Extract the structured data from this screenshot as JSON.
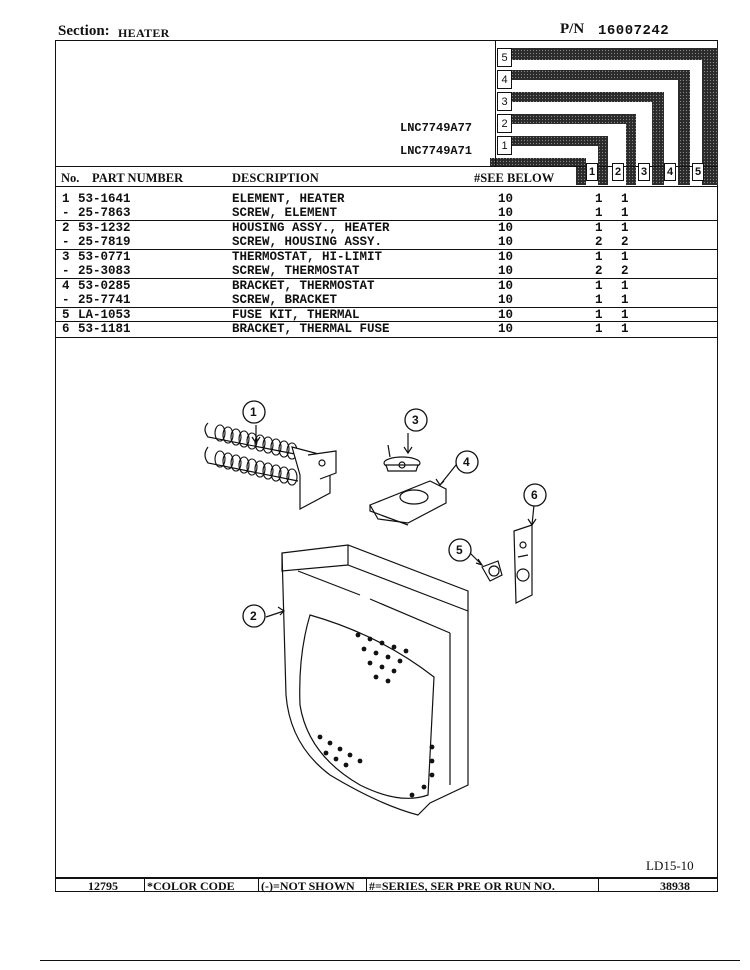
{
  "header": {
    "section_label": "Section:",
    "section_value": "HEATER",
    "pn_label": "P/N",
    "pn_value": "16007242"
  },
  "models": [
    "LNC7749A77",
    "LNC7749A71"
  ],
  "series_labels": [
    "5",
    "4",
    "3",
    "2",
    "1"
  ],
  "columns": {
    "no": "No.",
    "part_number": "PART NUMBER",
    "description": "DESCRIPTION",
    "see_below": "#SEE BELOW",
    "series": [
      "1",
      "2",
      "3",
      "4",
      "5"
    ]
  },
  "parts": [
    {
      "no": "1",
      "part": "53-1641",
      "desc": "ELEMENT, HEATER",
      "see": "10",
      "s1": "1",
      "s2": "1"
    },
    {
      "no": "-",
      "part": "25-7863",
      "desc": "SCREW, ELEMENT",
      "see": "10",
      "s1": "1",
      "s2": "1"
    },
    {
      "no": "2",
      "part": "53-1232",
      "desc": "HOUSING ASSY., HEATER",
      "see": "10",
      "s1": "1",
      "s2": "1"
    },
    {
      "no": "-",
      "part": "25-7819",
      "desc": "SCREW, HOUSING ASSY.",
      "see": "10",
      "s1": "2",
      "s2": "2"
    },
    {
      "no": "3",
      "part": "53-0771",
      "desc": "THERMOSTAT, HI-LIMIT",
      "see": "10",
      "s1": "1",
      "s2": "1"
    },
    {
      "no": "-",
      "part": "25-3083",
      "desc": "SCREW, THERMOSTAT",
      "see": "10",
      "s1": "2",
      "s2": "2"
    },
    {
      "no": "4",
      "part": "53-0285",
      "desc": "BRACKET, THERMOSTAT",
      "see": "10",
      "s1": "1",
      "s2": "1"
    },
    {
      "no": "-",
      "part": "25-7741",
      "desc": "SCREW, BRACKET",
      "see": "10",
      "s1": "1",
      "s2": "1"
    },
    {
      "no": "5",
      "part": "LA-1053",
      "desc": "FUSE KIT, THERMAL",
      "see": "10",
      "s1": "1",
      "s2": "1"
    },
    {
      "no": "6",
      "part": "53-1181",
      "desc": "BRACKET, THERMAL FUSE",
      "see": "10",
      "s1": "1",
      "s2": "1"
    }
  ],
  "callouts": [
    "1",
    "2",
    "3",
    "4",
    "5",
    "6"
  ],
  "ld_code": "LD15-10",
  "footer": {
    "code": "12795",
    "color_code": "*COLOR CODE",
    "not_shown": "(-)=NOT SHOWN",
    "series_note": "#=SERIES, SER PRE OR RUN NO.",
    "doc_no": "38938"
  }
}
